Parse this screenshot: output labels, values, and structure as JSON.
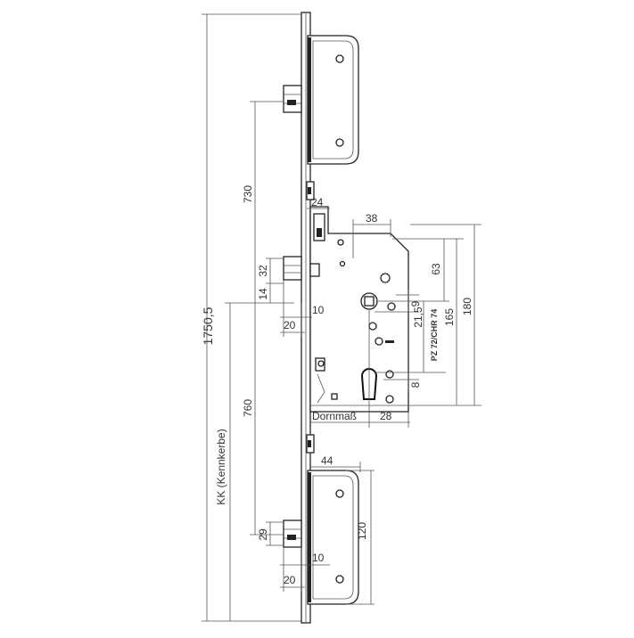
{
  "dimensions": {
    "total_length": "1750,5",
    "kk": "KK (Kennkerbe)",
    "upper_to_main": "730",
    "lower_to_main": "760",
    "latch_32": "32",
    "latch_14": "14",
    "main_10": "10",
    "main_20": "20",
    "top_24": "24",
    "width_38": "38",
    "h_63": "63",
    "h_165": "165",
    "h_180": "180",
    "d_9": "9",
    "d_21_5": "21,5",
    "cylinder": "PZ 72/CHR 74",
    "d_8": "8",
    "dornmass": "Dornmaß",
    "d_28": "28",
    "lower_44": "44",
    "lower_120": "120",
    "lower_29": "29",
    "lower_10": "10",
    "lower_20": "20"
  },
  "colors": {
    "stroke": "#222222",
    "dimension": "#555555",
    "text": "#333333"
  }
}
